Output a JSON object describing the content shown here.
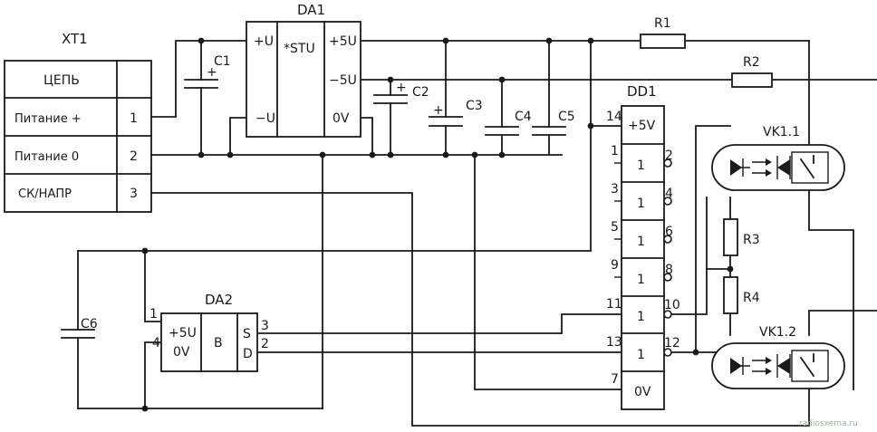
{
  "connector": {
    "ref": "XT1",
    "header": "ЦЕПЬ",
    "rows": [
      {
        "name": "Питание +",
        "pin": "1"
      },
      {
        "name": "Питание 0",
        "pin": "2"
      },
      {
        "name": "СК/НАПР",
        "pin": "3"
      }
    ]
  },
  "da1": {
    "ref": "DA1",
    "in_plus": "+U",
    "in_minus": "−U",
    "center": "*STU",
    "out_plus": "+5U",
    "out_minus": "−5U",
    "out_zero": "0V"
  },
  "caps": {
    "c1": "C1",
    "c2": "C2",
    "c3": "C3",
    "c4": "C4",
    "c5": "C5",
    "c6": "C6"
  },
  "resistors": {
    "r1": "R1",
    "r2": "R2",
    "r3": "R3",
    "r4": "R4"
  },
  "dd1": {
    "ref": "DD1",
    "power_label": "+5V",
    "power_pin": "14",
    "gnd_label": "0V",
    "gnd_pin": "7",
    "gate_label": "1",
    "gates": [
      {
        "in": "1",
        "out": "2"
      },
      {
        "in": "3",
        "out": "4"
      },
      {
        "in": "5",
        "out": "6"
      },
      {
        "in": "9",
        "out": "8"
      },
      {
        "in": "11",
        "out": "10"
      },
      {
        "in": "13",
        "out": "12"
      }
    ]
  },
  "optos": {
    "vk1": "VK1.1",
    "vk2": "VK1.2"
  },
  "da2": {
    "ref": "DA2",
    "pwr": "+5U",
    "gnd": "0V",
    "center": "B",
    "s": "S",
    "d": "D",
    "pin1": "1",
    "pin4": "4",
    "pin3": "3",
    "pin2": "2"
  },
  "watermark": "radiosxema.ru"
}
